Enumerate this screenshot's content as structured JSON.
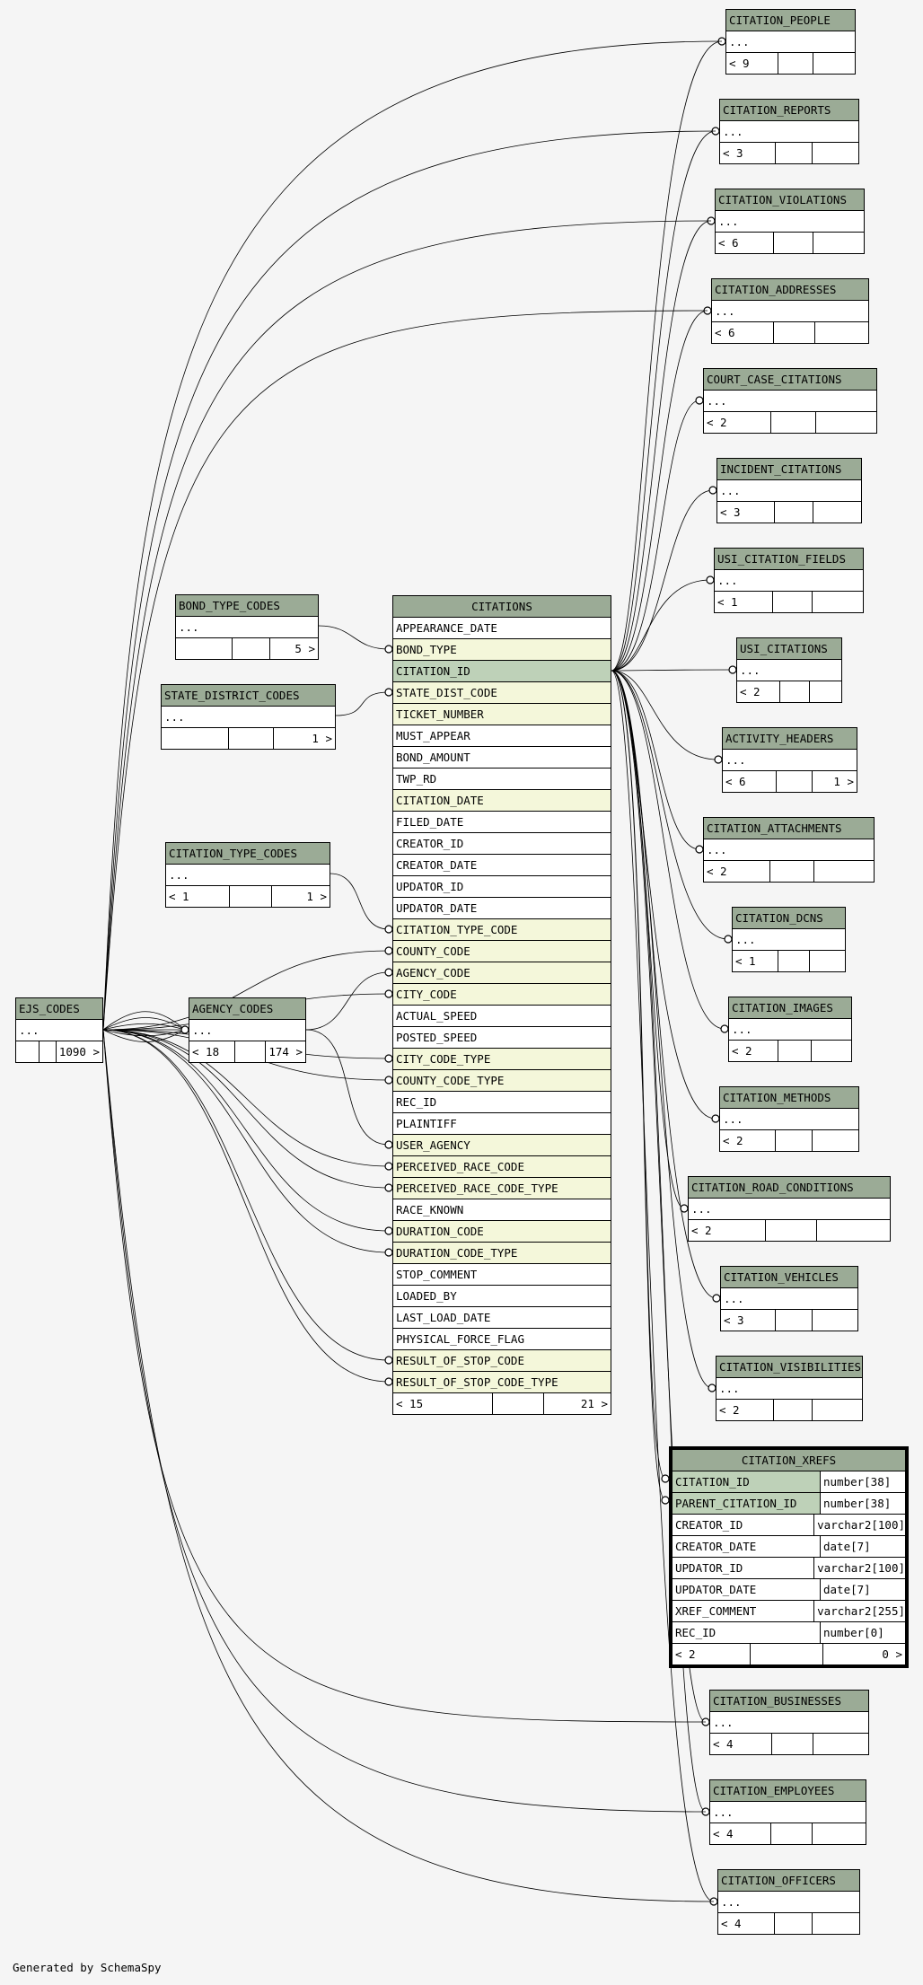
{
  "footer": "Generated by SchemaSpy",
  "colors": {
    "header": "#9bab96",
    "foreign_key": "#f4f7da",
    "primary_key": "#bed1b8",
    "background": "#f5f5f5"
  },
  "citations": {
    "title": "CITATIONS",
    "columns": [
      {
        "name": "APPEARANCE_DATE",
        "kind": "plain"
      },
      {
        "name": "BOND_TYPE",
        "kind": "fk"
      },
      {
        "name": "CITATION_ID",
        "kind": "pk"
      },
      {
        "name": "STATE_DIST_CODE",
        "kind": "fk"
      },
      {
        "name": "TICKET_NUMBER",
        "kind": "fk"
      },
      {
        "name": "MUST_APPEAR",
        "kind": "plain"
      },
      {
        "name": "BOND_AMOUNT",
        "kind": "plain"
      },
      {
        "name": "TWP_RD",
        "kind": "plain"
      },
      {
        "name": "CITATION_DATE",
        "kind": "fk"
      },
      {
        "name": "FILED_DATE",
        "kind": "plain"
      },
      {
        "name": "CREATOR_ID",
        "kind": "plain"
      },
      {
        "name": "CREATOR_DATE",
        "kind": "plain"
      },
      {
        "name": "UPDATOR_ID",
        "kind": "plain"
      },
      {
        "name": "UPDATOR_DATE",
        "kind": "plain"
      },
      {
        "name": "CITATION_TYPE_CODE",
        "kind": "fk"
      },
      {
        "name": "COUNTY_CODE",
        "kind": "fk"
      },
      {
        "name": "AGENCY_CODE",
        "kind": "fk"
      },
      {
        "name": "CITY_CODE",
        "kind": "fk"
      },
      {
        "name": "ACTUAL_SPEED",
        "kind": "plain"
      },
      {
        "name": "POSTED_SPEED",
        "kind": "plain"
      },
      {
        "name": "CITY_CODE_TYPE",
        "kind": "fk"
      },
      {
        "name": "COUNTY_CODE_TYPE",
        "kind": "fk"
      },
      {
        "name": "REC_ID",
        "kind": "plain"
      },
      {
        "name": "PLAINTIFF",
        "kind": "plain"
      },
      {
        "name": "USER_AGENCY",
        "kind": "fk"
      },
      {
        "name": "PERCEIVED_RACE_CODE",
        "kind": "fk"
      },
      {
        "name": "PERCEIVED_RACE_CODE_TYPE",
        "kind": "fk"
      },
      {
        "name": "RACE_KNOWN",
        "kind": "plain"
      },
      {
        "name": "DURATION_CODE",
        "kind": "fk"
      },
      {
        "name": "DURATION_CODE_TYPE",
        "kind": "fk"
      },
      {
        "name": "STOP_COMMENT",
        "kind": "plain"
      },
      {
        "name": "LOADED_BY",
        "kind": "plain"
      },
      {
        "name": "LAST_LOAD_DATE",
        "kind": "plain"
      },
      {
        "name": "PHYSICAL_FORCE_FLAG",
        "kind": "plain"
      },
      {
        "name": "RESULT_OF_STOP_CODE",
        "kind": "fk"
      },
      {
        "name": "RESULT_OF_STOP_CODE_TYPE",
        "kind": "fk"
      }
    ],
    "footer": [
      "< 15",
      "",
      "21 >"
    ]
  },
  "citation_xrefs": {
    "title": "CITATION_XREFS",
    "rows": [
      {
        "name": "CITATION_ID",
        "type": "number[38]",
        "pk": true
      },
      {
        "name": "PARENT_CITATION_ID",
        "type": "number[38]",
        "pk": true
      },
      {
        "name": "CREATOR_ID",
        "type": "varchar2[100]",
        "pk": false
      },
      {
        "name": "CREATOR_DATE",
        "type": "date[7]",
        "pk": false
      },
      {
        "name": "UPDATOR_ID",
        "type": "varchar2[100]",
        "pk": false
      },
      {
        "name": "UPDATOR_DATE",
        "type": "date[7]",
        "pk": false
      },
      {
        "name": "XREF_COMMENT",
        "type": "varchar2[255]",
        "pk": false
      },
      {
        "name": "REC_ID",
        "type": "number[0]",
        "pk": false
      }
    ],
    "footer": [
      "< 2",
      "",
      "0 >"
    ]
  },
  "small_tables": [
    {
      "id": "citation_people",
      "title": "CITATION_PEOPLE",
      "body": "...",
      "footer": [
        "< 9",
        "",
        ""
      ]
    },
    {
      "id": "citation_reports",
      "title": "CITATION_REPORTS",
      "body": "...",
      "footer": [
        "< 3",
        "",
        ""
      ]
    },
    {
      "id": "citation_violations",
      "title": "CITATION_VIOLATIONS",
      "body": "...",
      "footer": [
        "< 6",
        "",
        ""
      ]
    },
    {
      "id": "citation_addresses",
      "title": "CITATION_ADDRESSES",
      "body": "...",
      "footer": [
        "< 6",
        "",
        ""
      ]
    },
    {
      "id": "court_case_citations",
      "title": "COURT_CASE_CITATIONS",
      "body": "...",
      "footer": [
        "< 2",
        "",
        ""
      ]
    },
    {
      "id": "incident_citations",
      "title": "INCIDENT_CITATIONS",
      "body": "...",
      "footer": [
        "< 3",
        "",
        ""
      ]
    },
    {
      "id": "usi_citation_fields",
      "title": "USI_CITATION_FIELDS",
      "body": "...",
      "footer": [
        "< 1",
        "",
        ""
      ]
    },
    {
      "id": "usi_citations",
      "title": "USI_CITATIONS",
      "body": "...",
      "footer": [
        "< 2",
        "",
        ""
      ]
    },
    {
      "id": "activity_headers",
      "title": "ACTIVITY_HEADERS",
      "body": "...",
      "footer": [
        "< 6",
        "",
        "1 >"
      ]
    },
    {
      "id": "citation_attachments",
      "title": "CITATION_ATTACHMENTS",
      "body": "...",
      "footer": [
        "< 2",
        "",
        ""
      ]
    },
    {
      "id": "citation_dcns",
      "title": "CITATION_DCNS",
      "body": "...",
      "footer": [
        "< 1",
        "",
        ""
      ]
    },
    {
      "id": "citation_images",
      "title": "CITATION_IMAGES",
      "body": "...",
      "footer": [
        "< 2",
        "",
        ""
      ]
    },
    {
      "id": "citation_methods",
      "title": "CITATION_METHODS",
      "body": "...",
      "footer": [
        "< 2",
        "",
        ""
      ]
    },
    {
      "id": "citation_road_conditions",
      "title": "CITATION_ROAD_CONDITIONS",
      "body": "...",
      "footer": [
        "< 2",
        "",
        ""
      ]
    },
    {
      "id": "citation_vehicles",
      "title": "CITATION_VEHICLES",
      "body": "...",
      "footer": [
        "< 3",
        "",
        ""
      ]
    },
    {
      "id": "citation_visibilities",
      "title": "CITATION_VISIBILITIES",
      "body": "...",
      "footer": [
        "< 2",
        "",
        ""
      ]
    },
    {
      "id": "citation_businesses",
      "title": "CITATION_BUSINESSES",
      "body": "...",
      "footer": [
        "< 4",
        "",
        ""
      ]
    },
    {
      "id": "citation_employees",
      "title": "CITATION_EMPLOYEES",
      "body": "...",
      "footer": [
        "< 4",
        "",
        ""
      ]
    },
    {
      "id": "citation_officers",
      "title": "CITATION_OFFICERS",
      "body": "...",
      "footer": [
        "< 4",
        "",
        ""
      ]
    },
    {
      "id": "bond_type_codes",
      "title": "BOND_TYPE_CODES",
      "body": "...",
      "footer": [
        "",
        "",
        "5 >"
      ]
    },
    {
      "id": "state_district_codes",
      "title": "STATE_DISTRICT_CODES",
      "body": "...",
      "footer": [
        "",
        "",
        "1 >"
      ]
    },
    {
      "id": "citation_type_codes",
      "title": "CITATION_TYPE_CODES",
      "body": "...",
      "footer": [
        "< 1",
        "",
        "1 >"
      ]
    },
    {
      "id": "agency_codes",
      "title": "AGENCY_CODES",
      "body": "...",
      "footer": [
        "< 18",
        "",
        "174 >"
      ]
    },
    {
      "id": "ejs_codes",
      "title": "EJS_CODES",
      "body": "...",
      "footer": [
        "",
        "",
        "1090 >"
      ]
    }
  ]
}
